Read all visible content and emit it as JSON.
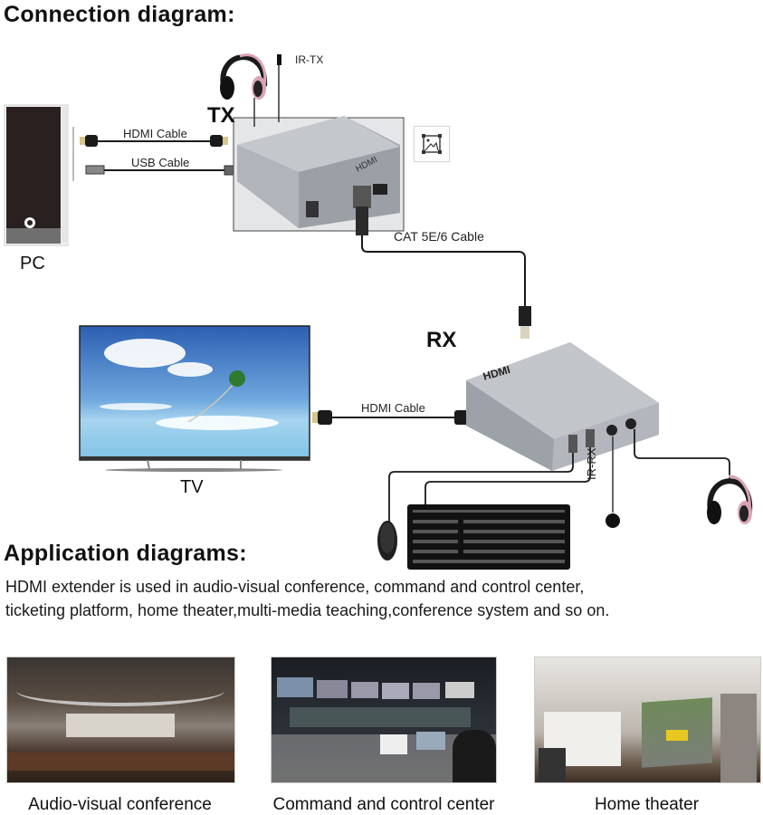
{
  "connection": {
    "title": "Connection diagram:",
    "tx_label": "TX",
    "rx_label": "RX",
    "pc_label": "PC",
    "tv_label": "TV",
    "ir_tx_label": "IR-TX",
    "ir_rx_label": "IR-RX",
    "hdmi_cable_top": "HDMI Cable",
    "usb_cable": "USB Cable",
    "cat_cable": "CAT 5E/6 Cable",
    "hdmi_cable_bottom": "HDMI Cable",
    "device_brand": "HDMI",
    "colors": {
      "device_gray": "#9ea3ab",
      "cable_black": "#1a1a1a",
      "headphone_pink": "#d9a3b4",
      "tv_sky": "#2f66b8",
      "connector_gold": "#d8c68a"
    }
  },
  "application": {
    "title": "Application diagrams:",
    "description_lines": [
      "HDMI extender is used in audio-visual conference, command and control center,",
      "ticketing platform, home theater,multi-media teaching,conference system and so on."
    ],
    "photos": [
      {
        "caption": "Audio-visual conference"
      },
      {
        "caption": "Command and control center"
      },
      {
        "caption": "Home theater"
      }
    ]
  }
}
